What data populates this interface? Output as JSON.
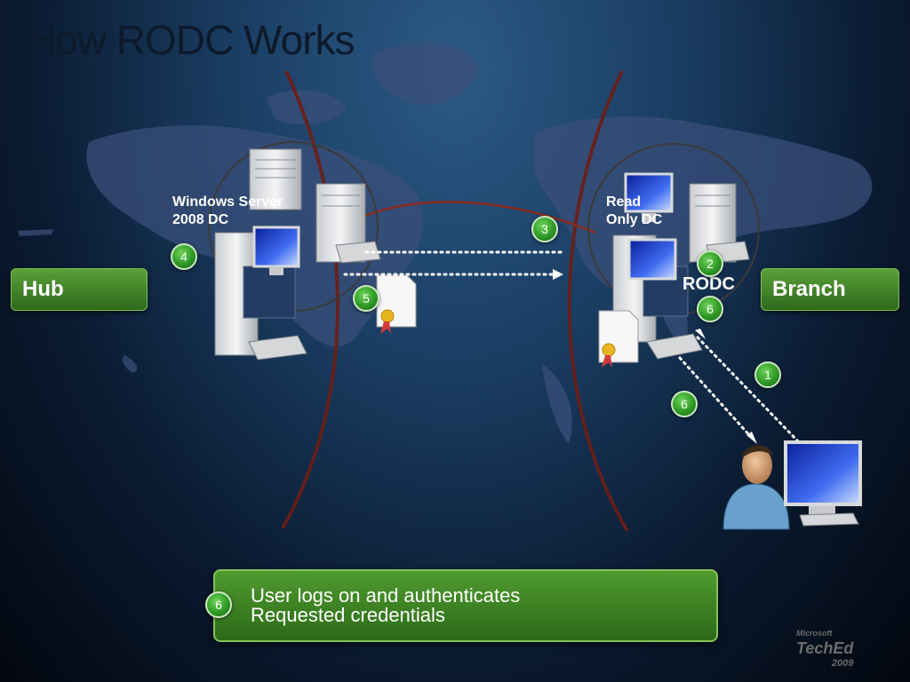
{
  "slide": {
    "title": "How RODC Works"
  },
  "labels": {
    "hub": "Hub",
    "branch": "Branch",
    "windows_server_dc_line1": "Windows Server",
    "windows_server_dc_line2": "2008 DC",
    "rodc_full_line1": "Read",
    "rodc_full_line2": "Only DC",
    "rodc": "RODC"
  },
  "steps": {
    "s1": "1",
    "s2": "2",
    "s3": "3",
    "s4": "4",
    "s5": "5",
    "s6a": "6",
    "s6b": "6",
    "s6c": "6"
  },
  "callout": {
    "step": "6",
    "text_line1": "User logs on and authenticates",
    "text_line2": "Requested credentials"
  },
  "watermark": {
    "line1": "Microsoft",
    "line2": "TechEd",
    "line3": "2009"
  },
  "colors": {
    "accent_green": "#3c8a24",
    "badge_green": "#2f9a26",
    "background": "#0b1c33"
  }
}
